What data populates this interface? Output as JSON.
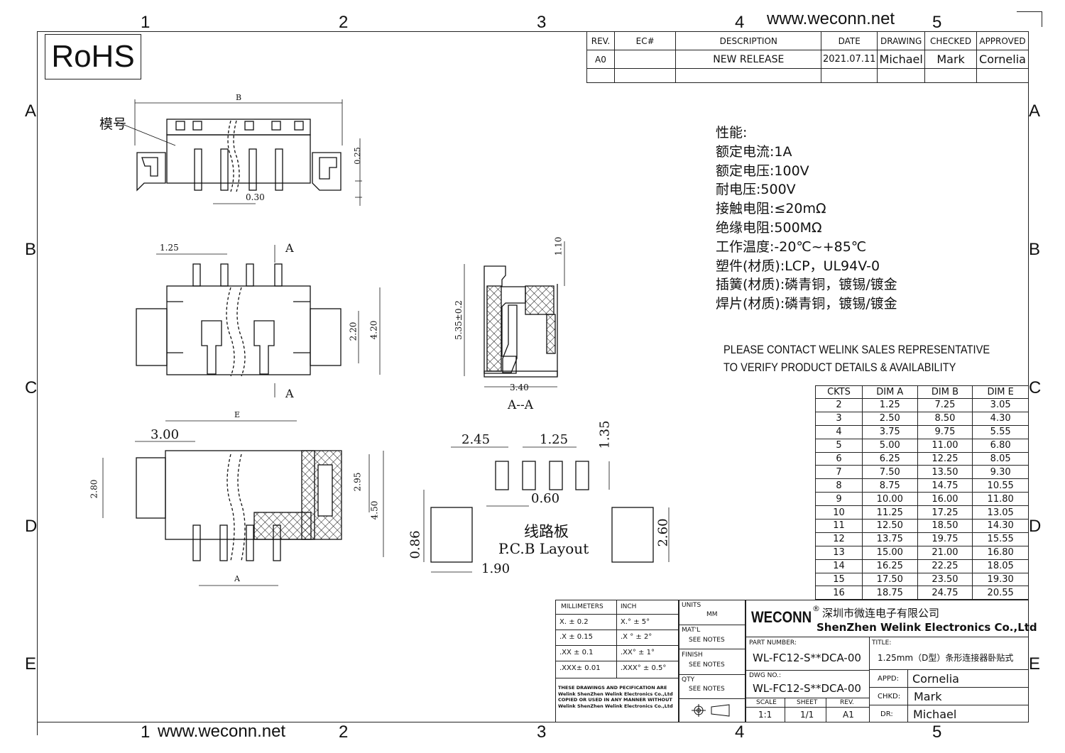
{
  "header": {
    "website_top": "www.weconn.net",
    "website_bottom": "www.weconn.net",
    "rohs": "RoHS",
    "zones_top": [
      "1",
      "2",
      "3",
      "4",
      "5"
    ],
    "zones_side": [
      "A",
      "B",
      "C",
      "D",
      "E"
    ]
  },
  "revision_table": {
    "headers": [
      "REV.",
      "EC#",
      "DESCRIPTION",
      "DATE",
      "DRAWING",
      "CHECKED",
      "APPROVED"
    ],
    "row": [
      "A0",
      "",
      "NEW RELEASE",
      "2021.07.11",
      "Michael",
      "Mark",
      "Cornelia"
    ]
  },
  "specs": {
    "title": "性能:",
    "lines": [
      "额定电流:1A",
      "额定电压:100V",
      "耐电压:500V",
      "接触电阻:≤20mΩ",
      "绝缘电阻:500MΩ",
      "工作温度:-20℃~+85℃",
      "塑件(材质):LCP，UL94V-0",
      "插簧(材质):磷青铜，镀锡/镀金",
      "焊片(材质):磷青铜，镀锡/镀金"
    ]
  },
  "notice": [
    "PLEASE CONTACT WELINK SALES REPRESENTATIVE",
    "TO VERIFY PRODUCT DETAILS & AVAILABILITY"
  ],
  "dim_table": {
    "headers": [
      "CKTS",
      "DIM A",
      "DIM B",
      "DIM E"
    ],
    "rows": [
      [
        "2",
        "1.25",
        "7.25",
        "3.05"
      ],
      [
        "3",
        "2.50",
        "8.50",
        "4.30"
      ],
      [
        "4",
        "3.75",
        "9.75",
        "5.55"
      ],
      [
        "5",
        "5.00",
        "11.00",
        "6.80"
      ],
      [
        "6",
        "6.25",
        "12.25",
        "8.05"
      ],
      [
        "7",
        "7.50",
        "13.50",
        "9.30"
      ],
      [
        "8",
        "8.75",
        "14.75",
        "10.55"
      ],
      [
        "9",
        "10.00",
        "16.00",
        "11.80"
      ],
      [
        "10",
        "11.25",
        "17.25",
        "13.05"
      ],
      [
        "11",
        "12.50",
        "18.50",
        "14.30"
      ],
      [
        "12",
        "13.75",
        "19.75",
        "15.55"
      ],
      [
        "13",
        "15.00",
        "21.00",
        "16.80"
      ],
      [
        "14",
        "16.25",
        "22.25",
        "18.05"
      ],
      [
        "15",
        "17.50",
        "23.50",
        "19.30"
      ],
      [
        "16",
        "18.75",
        "24.75",
        "20.55"
      ]
    ]
  },
  "drawing_labels": {
    "model_mark": "模号",
    "dim_b": "B",
    "dim_025": "0.25",
    "dim_030": "0.30",
    "dim_125_top": "1.25",
    "section_a": "A",
    "dim_220": "2.20",
    "dim_420": "4.20",
    "dim_110": "1.10",
    "dim_535": "5.35±0.2",
    "dim_340": "3.40",
    "section_title": "A--A",
    "dim_e": "E",
    "dim_300": "3.00",
    "dim_280": "2.80",
    "dim_295": "2.95",
    "dim_450": "4.50",
    "dim_a": "A",
    "pcb_245": "2.45",
    "pcb_125": "1.25",
    "pcb_135": "1.35",
    "pcb_060": "0.60",
    "pcb_086": "0.86",
    "pcb_190": "1.90",
    "pcb_260": "2.60",
    "pcb_title_cn": "线路板",
    "pcb_title_en": "P.C.B Layout"
  },
  "tolerances": {
    "header_mm": "MILLIMETERS",
    "header_inch": "INCH",
    "rows": [
      [
        "X.   ±  0.2",
        "X.°  ±  5°"
      ],
      [
        ".X   ± 0.15",
        ".X °  ± 2°"
      ],
      [
        ".XX  ± 0.1",
        ".XX°  ± 1°"
      ],
      [
        ".XXX±  0.01",
        ".XXX° ± 0.5°"
      ]
    ],
    "disclaimer": "THESE DRAWINGS AND PECIFICATION  ARE Welink ShenZhen Welink Electronics Co.,Ltd  COPIED OR USED IN ANY MANNER WITHOUT Welink ShenZhen Welink Electronics Co.,Ltd"
  },
  "title_block": {
    "units_label": "UNITS",
    "units_value": "MM",
    "material_label": "MAT'L",
    "material_value": "SEE NOTES",
    "finish_label": "FINISH",
    "finish_value": "SEE NOTES",
    "qty_label": "QTY",
    "qty_value": "SEE NOTES",
    "brand": "WECONN",
    "registered": "®",
    "company_cn": "深圳市微连电子有限公司",
    "company_en": "ShenZhen Welink Electronics Co.,Ltd",
    "part_number_label": "PART NUMBER:",
    "part_number": "WL-FC12-S**DCA-00",
    "title_label": "TITLE:",
    "title": "1.25mm（D型）条形连接器卧贴式",
    "dwg_label": "DWG NO.:",
    "dwg_no": "WL-FC12-S**DCA-00",
    "scale_label": "SCALE",
    "scale": "1:1",
    "sheet_label": "SHEET",
    "sheet": "1/1",
    "rev_label": "REV.",
    "rev": "A1",
    "appd_label": "APPD:",
    "appd": "Cornelia",
    "chkd_label": "CHKD:",
    "chkd": "Mark",
    "dr_label": "DR:",
    "dr": "Michael"
  }
}
